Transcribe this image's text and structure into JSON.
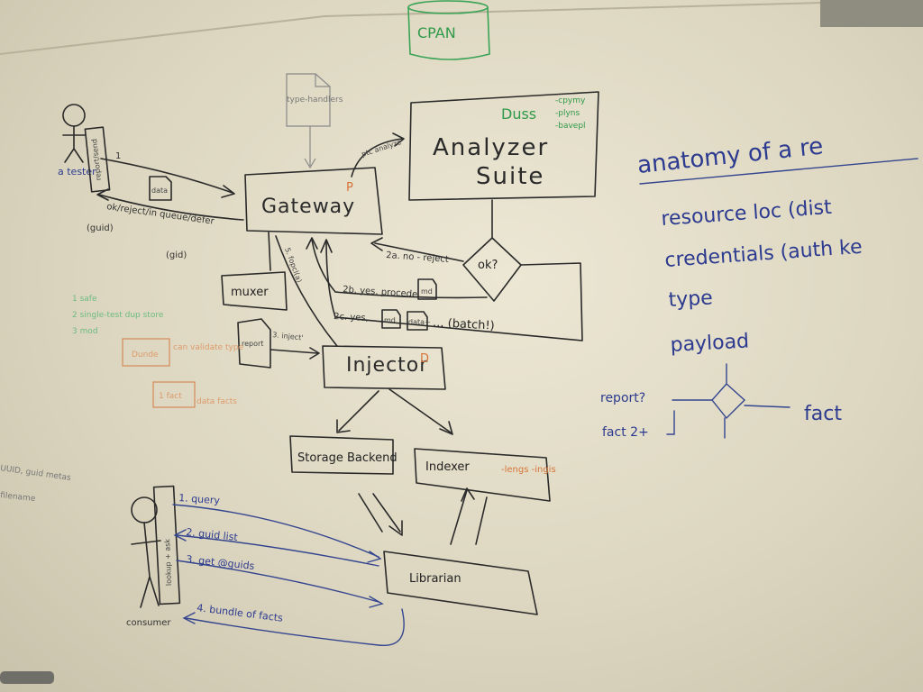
{
  "top": {
    "cpan": "CPAN"
  },
  "left_actor": {
    "name": "a tester",
    "box": "report/send"
  },
  "arrows_left": {
    "step1": "1",
    "reply": "ok/reject/in queue/defer",
    "guid": "(guid)",
    "gid": "(gid)",
    "data_doc": "data"
  },
  "gateway": {
    "label": "Gateway",
    "type_doc": "type-handlers",
    "to_analyzer": "ptc analyze",
    "passes_mark": "P"
  },
  "analyzer": {
    "label_line1": "Analyzer",
    "label_line2": "Suite",
    "marks": "Duss",
    "notes": [
      "-cpymy",
      "-plyns",
      "-bavepl"
    ]
  },
  "decision": {
    "label": "ok?",
    "no_reject": "2a. no - reject",
    "yes_proceed": "2b. yes, procede",
    "yes_batch": "2c. yes,",
    "batch": "... (batch!)",
    "doc_md": "md",
    "doc_data": "data+"
  },
  "muxer": {
    "label": "muxer",
    "doc_report": "report",
    "inject_label": "3. inject'",
    "vertical": "5. fopcl(a)"
  },
  "injector": {
    "label": "Injector",
    "marks": "D"
  },
  "storage": {
    "label": "Storage Backend"
  },
  "indexer": {
    "label": "Indexer",
    "note": "-lengs -ingis"
  },
  "librarian": {
    "label": "Librarian"
  },
  "consumer": {
    "name": "consumer",
    "box": "lookup + ask",
    "step1": "1. query",
    "step2": "2. guid list",
    "step3": "3. get @guids",
    "step4": "4. bundle of facts"
  },
  "faint_notes": {
    "green": [
      "1 safe",
      "2 single-test dup store",
      "3 mod"
    ],
    "orange_box1": "Dunde",
    "orange_box2": "1 fact",
    "orange_note1": "can validate type",
    "orange_note2": "data facts"
  },
  "left_edge_notes": [
    "UUID, guid metas",
    "filename"
  ],
  "anatomy": {
    "title": "anatomy of a re",
    "line1": "resource loc (dist",
    "line2": "credentials (auth ke",
    "line3": "type",
    "line4": "payload",
    "report_q": "report?",
    "fact2": "fact 2+",
    "fact": "fact"
  }
}
